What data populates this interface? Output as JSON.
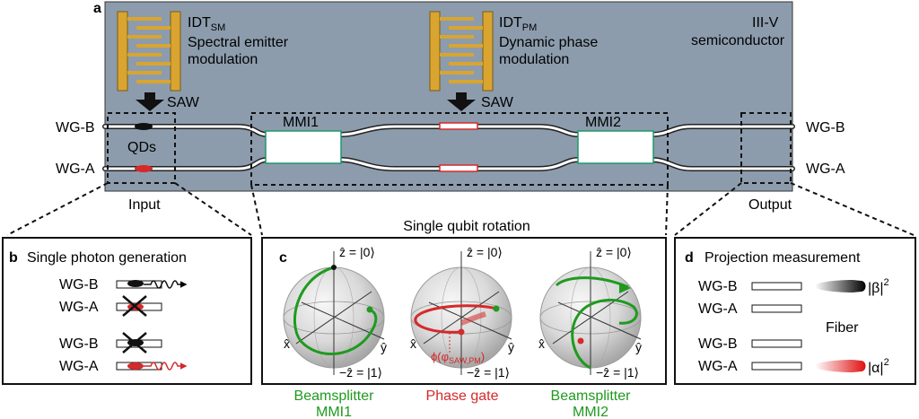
{
  "panel_a": {
    "letter": "a",
    "idt_sm_main": "IDT",
    "idt_sm_sub": "SM",
    "idt_sm_line1": "Spectral emitter",
    "idt_sm_line2": "modulation",
    "idt_pm_main": "IDT",
    "idt_pm_sub": "PM",
    "idt_pm_line1": "Dynamic phase",
    "idt_pm_line2": "modulation",
    "saw_left": "SAW",
    "saw_right": "SAW",
    "semiconductor_line1": "III-V",
    "semiconductor_line2": "semiconductor",
    "wg_b_left": "WG-B",
    "wg_a_left": "WG-A",
    "wg_b_right": "WG-B",
    "wg_a_right": "WG-A",
    "qds": "QDs",
    "mmi1": "MMI1",
    "mmi2": "MMI2",
    "input": "Input",
    "output": "Output"
  },
  "title_center": "Single qubit rotation",
  "panel_b": {
    "letter": "b",
    "title": "Single photon generation",
    "rows": [
      "WG-B",
      "WG-A",
      "WG-B",
      "WG-A"
    ]
  },
  "panel_c": {
    "letter": "c",
    "sphere_labels": {
      "z_top": "ẑ = |0⟩",
      "z_bottom": "−ẑ = |1⟩",
      "x": "x̂",
      "y": "ŷ"
    },
    "phase_label": "ϕ(φ",
    "phase_sub": "SAW,PM",
    "phase_close": ")",
    "caption_left_1": "Beamsplitter",
    "caption_left_2": "MMI1",
    "caption_mid": "Phase gate",
    "caption_right_1": "Beamsplitter",
    "caption_right_2": "MMI2"
  },
  "panel_d": {
    "letter": "d",
    "title": "Projection measurement",
    "rows": [
      "WG-B",
      "WG-A",
      "WG-B",
      "WG-A"
    ],
    "fiber": "Fiber",
    "beta": "|β|",
    "alpha": "|α|",
    "exp": "2"
  },
  "colors": {
    "chip": "#8c9cad",
    "idt_gold": "#d9a530",
    "waveguide": "#ffffff",
    "green": "#1f9a1f",
    "red": "#d42a2a",
    "mmi_border": "#1a9a6a"
  }
}
